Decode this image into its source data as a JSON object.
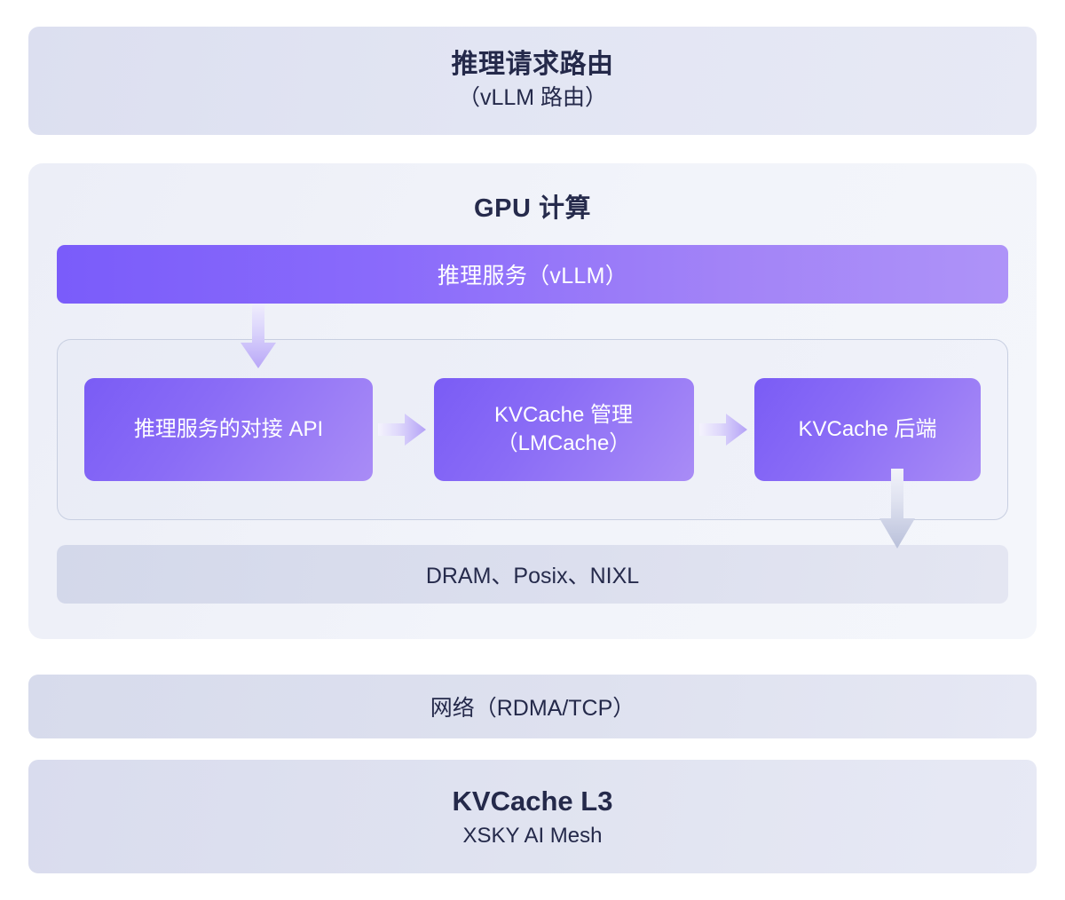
{
  "diagram": {
    "router": {
      "title": "推理请求路由",
      "subtitle": "（vLLM 路由）"
    },
    "gpu": {
      "panel_title": "GPU 计算",
      "inference_service": "推理服务（vLLM）",
      "cards": [
        {
          "label": "推理服务的对接 API"
        },
        {
          "label": "KVCache 管理\n（LMCache）"
        },
        {
          "label": "KVCache 后端"
        }
      ],
      "card_lines": {
        "api": "推理服务的对接 API",
        "mgmt_line1": "KVCache 管理",
        "mgmt_line2": "（LMCache）",
        "backend": "KVCache 后端"
      },
      "storage_bar": "DRAM、Posix、NIXL"
    },
    "network": {
      "title": "网络（RDMA/TCP）"
    },
    "l3": {
      "title": "KVCache L3",
      "subtitle": "XSKY AI Mesh"
    },
    "arrows": {
      "vllm_to_api": "arrow-down-icon",
      "api_to_mgmt": "arrow-right-icon",
      "mgmt_to_backend": "arrow-right-icon",
      "backend_to_storage": "arrow-down-icon"
    },
    "colors": {
      "accent_purple_dark": "#7a5cf5",
      "accent_purple_light": "#a98cf6",
      "panel_bg": "#eef0f8",
      "band_bg": "#dee1ef",
      "text_dark": "#24294a",
      "border": "#c8cfe1"
    }
  }
}
